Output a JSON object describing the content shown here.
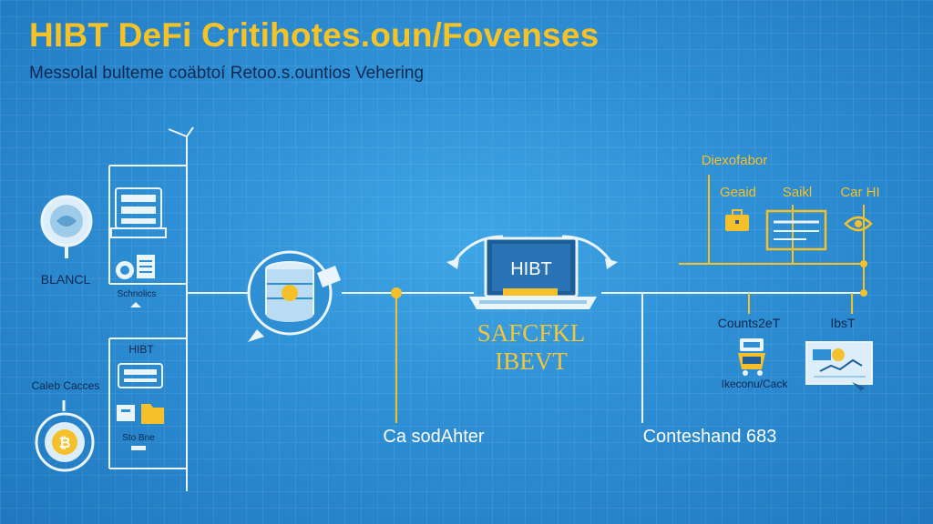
{
  "header": {
    "title": "HIBT DeFi Critihotes.oun/Fovenses",
    "subtitle": "Messolal bulteme coäbtoí Retoo.s.ountios Vehering"
  },
  "left_panel": {
    "balance_label": "BLANCL",
    "upper_icon_caption": "Schnolics",
    "hibt_label": "HIBT",
    "lower_icon_caption": "Sto Bne",
    "cards_label": "Caleb Cacces"
  },
  "center": {
    "laptop_label": "HIBT",
    "brand_line1": "SAFCFKL",
    "brand_line2": "IBEVT",
    "caption_left": "Ca sodAhter",
    "caption_right": "Conteshand 683"
  },
  "right_panel": {
    "group_label": "Diexofabor",
    "items": [
      "Geaid",
      "Saikl",
      "Car HI"
    ],
    "lower_left_label": "Counts2eT",
    "lower_right_label": "IbsT",
    "lower_left_caption": "Ikeconu/Cack"
  },
  "colors": {
    "background": "#2e8fd4",
    "accent_gold": "#f5c02a",
    "line_white": "#eaf4fb",
    "text_dark": "#0d2850"
  }
}
